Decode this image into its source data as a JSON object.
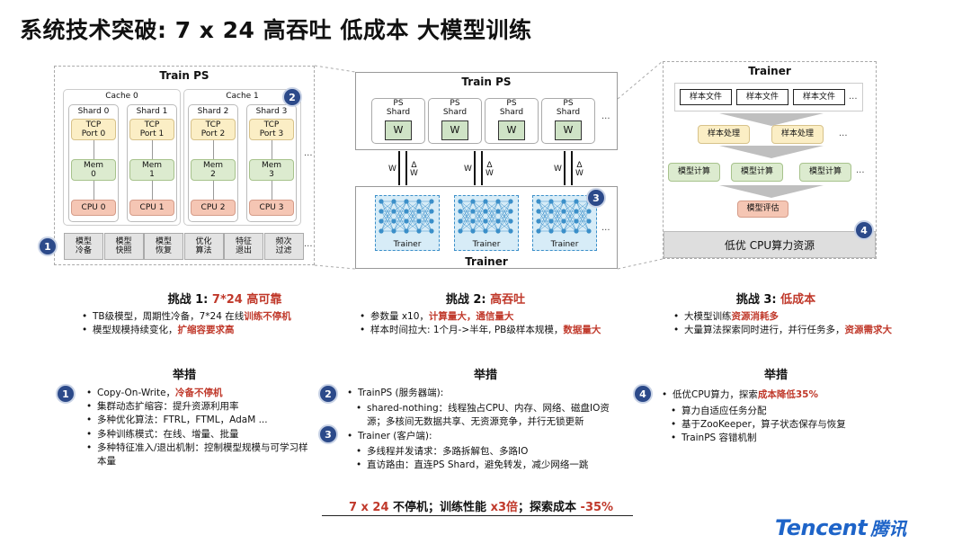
{
  "page": {
    "title": "系统技术突破: 7 x 24 高吞吐 低成本 大模型训练"
  },
  "diagram1": {
    "title": "Train PS",
    "cache0": "Cache 0",
    "cache1": "Cache 1",
    "shards": [
      {
        "name": "Shard 0",
        "tcp": "TCP\nPort 0",
        "mem": "Mem\n0",
        "cpu": "CPU 0"
      },
      {
        "name": "Shard 1",
        "tcp": "TCP\nPort 1",
        "mem": "Mem\n1",
        "cpu": "CPU 1"
      },
      {
        "name": "Shard 2",
        "tcp": "TCP\nPort 2",
        "mem": "Mem\n2",
        "cpu": "CPU 2"
      },
      {
        "name": "Shard 3",
        "tcp": "TCP\nPort 3",
        "mem": "Mem\n3",
        "cpu": "CPU 3"
      }
    ],
    "bottom": [
      "模型\n冷备",
      "模型\n快照",
      "模型\n恢复",
      "优化\n算法",
      "特征\n退出",
      "频次\n过滤"
    ],
    "ellipsis": "..."
  },
  "diagram2": {
    "top_title": "Train PS",
    "ps_label": "PS\nShard",
    "w": "W",
    "w_label": "W",
    "dw_label": "Δ\nW",
    "trainer_label": "Trainer",
    "bottom_title": "Trainer",
    "ellipsis": "..."
  },
  "diagram3": {
    "title": "Trainer",
    "files": [
      "样本文件",
      "样本文件",
      "样本文件"
    ],
    "process": [
      "样本处理",
      "样本处理"
    ],
    "compute": [
      "模型计算",
      "模型计算",
      "模型计算"
    ],
    "eval": "模型评估",
    "bottom": "低优 CPU算力资源",
    "ellipsis": "..."
  },
  "badges": [
    "1",
    "2",
    "3",
    "4"
  ],
  "challenges": [
    {
      "prefix": "挑战 1: ",
      "highlight": "7*24 高可靠",
      "items": [
        {
          "text": "TB级模型，周期性冷备，7*24 在线",
          "hl": "训练不停机"
        },
        {
          "text": "模型规模持续变化，",
          "hl": "扩缩容要求高"
        }
      ]
    },
    {
      "prefix": "挑战 2: ",
      "highlight": "高吞吐",
      "items": [
        {
          "text": "参数量 x10，",
          "hl": "计算量大，通信量大"
        },
        {
          "text": "样本时间拉大: 1个月->半年, PB级样本规模，",
          "hl": "数据量大"
        }
      ]
    },
    {
      "prefix": "挑战 3: ",
      "highlight": "低成本",
      "items": [
        {
          "text": "大模型训练",
          "hl": "资源消耗多"
        },
        {
          "text": "大量算法探索同时进行，并行任务多，",
          "hl": "资源需求大"
        }
      ]
    }
  ],
  "measures_title": "举措",
  "measures": {
    "m1": [
      {
        "text": "Copy-On-Write，",
        "hl": "冷备不停机"
      },
      {
        "text": "集群动态扩缩容：提升资源利用率",
        "hl": ""
      },
      {
        "text": "多种优化算法：FTRL，FTML，AdaM ...",
        "hl": ""
      },
      {
        "text": "多种训练模式：在线、增量、批量",
        "hl": ""
      },
      {
        "text": "多种特征准入/退出机制：控制模型规模与可学习样本量",
        "hl": ""
      }
    ],
    "m2_head": "TrainPS (服务器端):",
    "m2_sub": [
      "shared-nothing：线程独占CPU、内存、网络、磁盘IO资源；多核间无数据共享、无资源竞争，并行无锁更新"
    ],
    "m3_head": "Trainer (客户端):",
    "m3_sub": [
      "多线程并发请求：多路拆解包、多路IO",
      "直访路由：直连PS Shard，避免转发，减少网络一跳"
    ],
    "m4_head": {
      "text": "低优CPU算力，探索",
      "hl": "成本降低35%"
    },
    "m4_sub": [
      "算力自适应任务分配",
      "基于ZooKeeper，算子状态保存与恢复",
      "TrainPS 容错机制"
    ]
  },
  "summary": {
    "p1": "7 x 24",
    "t1": " 不停机；训练性能 ",
    "p2": "x3倍",
    "t2": "；探索成本 ",
    "p3": "-35%"
  },
  "logo": {
    "en": "Tencent",
    "cn": "腾讯"
  },
  "colors": {
    "accent_red": "#c0392b",
    "badge_blue": "#2c4a8a",
    "logo_blue": "#1e64c8"
  }
}
